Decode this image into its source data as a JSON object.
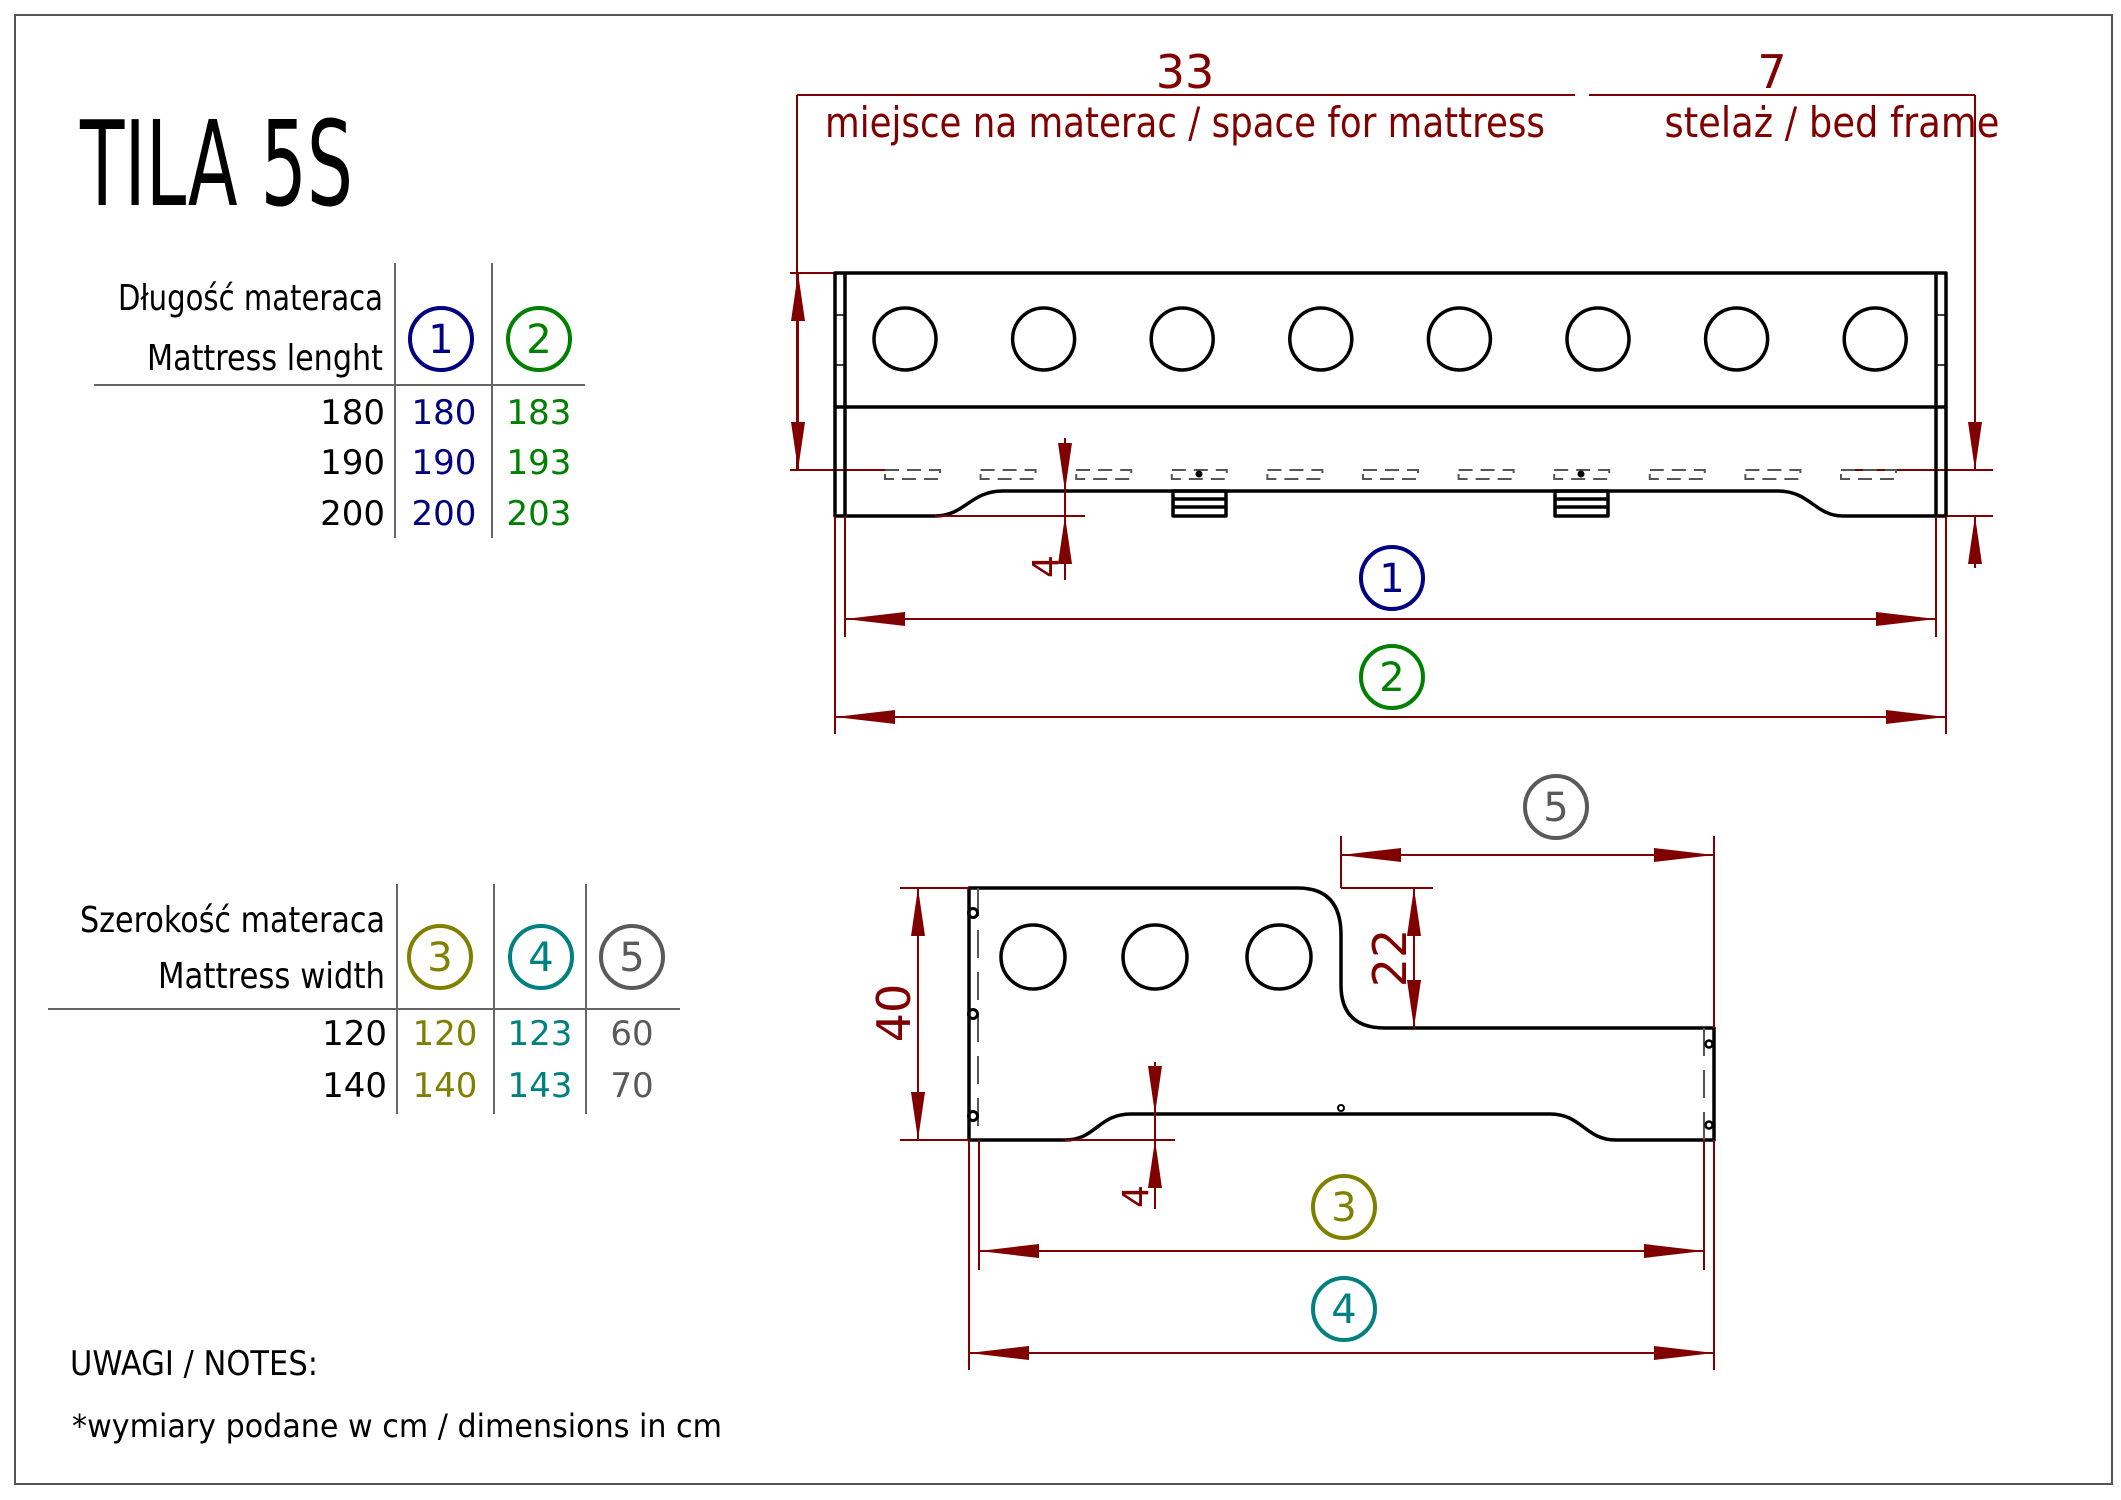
{
  "title": "TILA 5S",
  "colors": {
    "dimension": "#800000",
    "label_1": "#000080",
    "label_2": "#008000",
    "label_3": "#808000",
    "label_4": "#008080",
    "label_5": "#5a5a5a",
    "text": "#000000"
  },
  "length_table": {
    "header_pl": "Długość materaca",
    "header_en": "Mattress lenght",
    "columns": [
      "1",
      "2"
    ],
    "rows": [
      {
        "mattress": "180",
        "c1": "180",
        "c2": "183"
      },
      {
        "mattress": "190",
        "c1": "190",
        "c2": "193"
      },
      {
        "mattress": "200",
        "c1": "200",
        "c2": "203"
      }
    ]
  },
  "width_table": {
    "header_pl": "Szerokość materaca",
    "header_en": "Mattress width",
    "columns": [
      "3",
      "4",
      "5"
    ],
    "rows": [
      {
        "mattress": "120",
        "c3": "120",
        "c4": "123",
        "c5": "60"
      },
      {
        "mattress": "140",
        "c3": "140",
        "c4": "143",
        "c5": "70"
      }
    ]
  },
  "side_view": {
    "mattress_space_value": "33",
    "mattress_space_label": "miejsce na materac / space for mattress",
    "bed_frame_value": "7",
    "bed_frame_label": "stelaż / bed frame",
    "recess_value": "4",
    "inner_length_marker": "1",
    "outer_length_marker": "2"
  },
  "end_view": {
    "height_value": "40",
    "step_value": "22",
    "recess_value": "4",
    "step_width_marker": "5",
    "inner_width_marker": "3",
    "outer_width_marker": "4"
  },
  "notes": {
    "heading": "UWAGI / NOTES:",
    "lines": [
      "*wymiary podane w cm / dimensions in cm"
    ]
  }
}
